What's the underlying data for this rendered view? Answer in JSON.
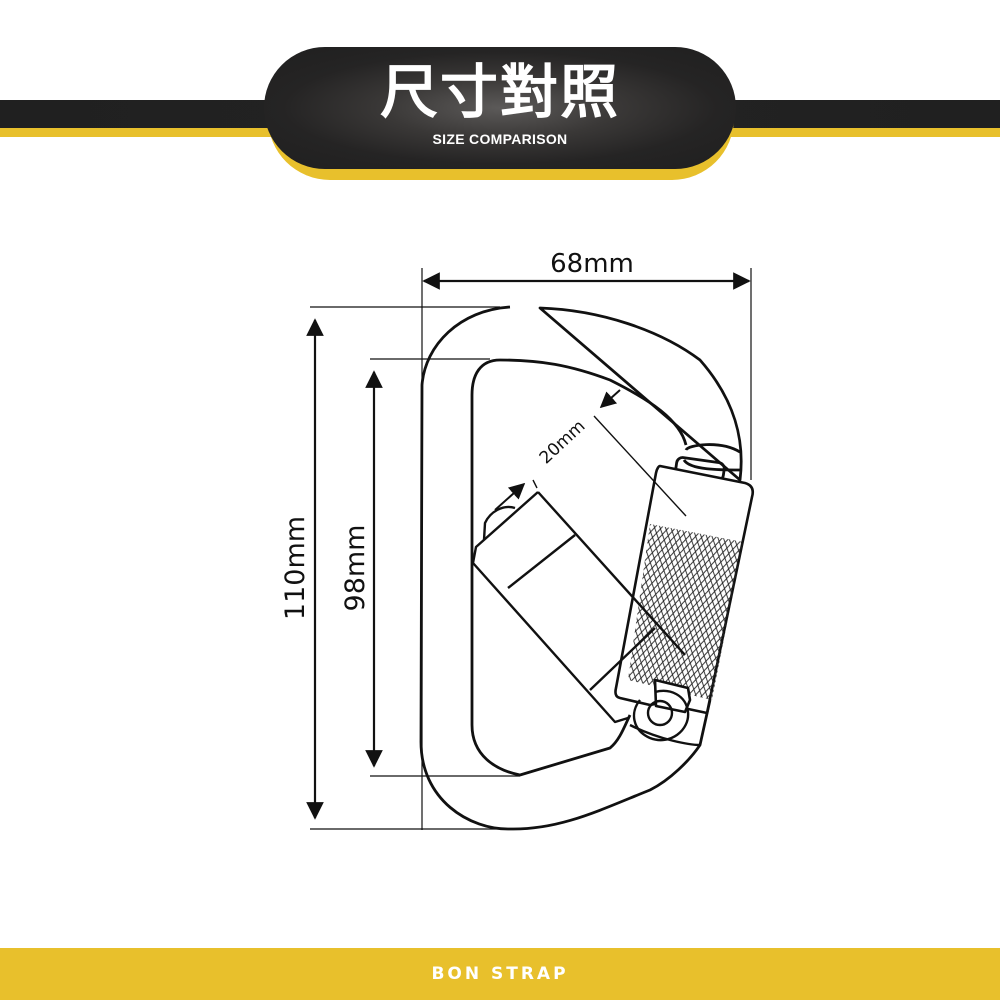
{
  "header": {
    "title": "尺寸對照",
    "subtitle": "SIZE COMPARISON",
    "colors": {
      "band": "#202020",
      "accent": "#e8c02c",
      "pill": "#252424"
    }
  },
  "diagram": {
    "subject": "carabiner",
    "dimensions": {
      "width": "68mm",
      "total_height": "110mm",
      "inner_height": "98mm",
      "gate_opening": "20mm"
    }
  },
  "footer": {
    "brand": "BON STRAP"
  }
}
